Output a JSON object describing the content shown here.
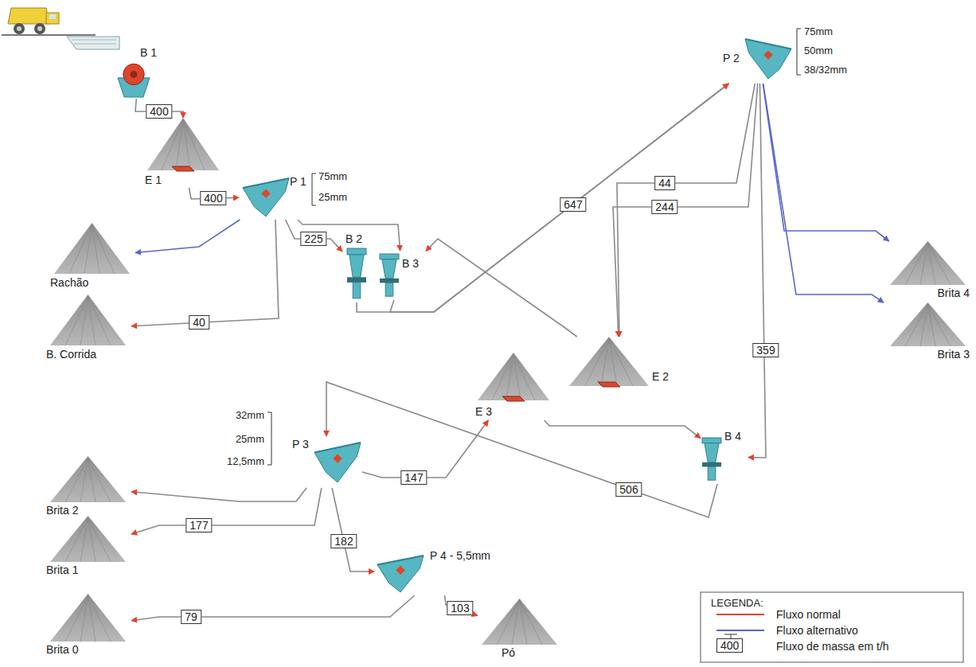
{
  "diagram": {
    "nodes": [
      {
        "text": [
          "B 1"
        ]
      },
      {
        "text": [
          "E 1"
        ]
      },
      {
        "text": [
          "P 1"
        ]
      },
      {
        "text": [
          "Rachão"
        ]
      },
      {
        "text": [
          "B 2"
        ]
      },
      {
        "text": [
          "B 3"
        ]
      },
      {
        "text": [
          "B. Corrida"
        ]
      },
      {
        "text": [
          "P 2"
        ]
      },
      {
        "text": [
          "E 2"
        ]
      },
      {
        "text": [
          "Brita 4"
        ]
      },
      {
        "text": [
          "Brita 3"
        ]
      },
      {
        "text": [
          "P 3"
        ]
      },
      {
        "text": [
          "B 4"
        ]
      },
      {
        "text": [
          "E 3"
        ]
      },
      {
        "text": [
          "Brita 2"
        ]
      },
      {
        "text": [
          "Brita 1"
        ]
      },
      {
        "text": [
          "P 4 - 5,5mm"
        ]
      },
      {
        "text": [
          "Brita 0"
        ]
      },
      {
        "text": [
          "Pó"
        ]
      }
    ],
    "edges": [
      {
        "from": 0,
        "to": 1,
        "arrow": "to",
        "label": "400"
      },
      {
        "from": 1,
        "to": 2,
        "arrow": "to",
        "label": "400"
      },
      {
        "from": 2,
        "to": 4,
        "arrow": "to",
        "label": "225"
      },
      {
        "from": 2,
        "to": 3,
        "arrow": "to"
      },
      {
        "from": 2,
        "to": 6,
        "arrow": "to",
        "label": "40"
      },
      {
        "from": 2,
        "to": 5,
        "arrow": "to"
      },
      {
        "from": 4,
        "to": 7,
        "arrow": "to",
        "label": "647"
      },
      {
        "from": 5,
        "to": 7,
        "arrow": "to"
      },
      {
        "from": 8,
        "to": 5,
        "arrow": "to"
      },
      {
        "from": 7,
        "to": 8,
        "arrow": "to",
        "label": "244"
      },
      {
        "from": 7,
        "to": 8,
        "arrow": "to",
        "label": "44"
      },
      {
        "from": 7,
        "to": 9,
        "arrow": "to"
      },
      {
        "from": 7,
        "to": 10,
        "arrow": "to"
      },
      {
        "from": 7,
        "to": 12,
        "arrow": "to",
        "label": "359"
      },
      {
        "from": 12,
        "to": 11,
        "arrow": "to",
        "label": "506"
      },
      {
        "from": 13,
        "to": 12,
        "arrow": "to"
      },
      {
        "from": 11,
        "to": 14,
        "arrow": "to"
      },
      {
        "from": 11,
        "to": 15,
        "arrow": "to",
        "label": "177"
      },
      {
        "from": 11,
        "to": 13,
        "arrow": "to",
        "label": "147"
      },
      {
        "from": 11,
        "to": 16,
        "arrow": "to",
        "label": "182"
      },
      {
        "from": 16,
        "to": 17,
        "arrow": "to",
        "label": "79"
      },
      {
        "from": 16,
        "to": 18,
        "arrow": "to",
        "label": "103"
      }
    ],
    "labels": [
      "75mm",
      "25mm",
      "75mm",
      "50mm",
      "38/32mm",
      "32mm",
      "25mm",
      "12,5mm",
      "LEGENDA:",
      "400"
    ],
    "legend": [
      {
        "text": "Fluxo normal"
      },
      {
        "text": "Fluxo alternativo"
      },
      {
        "text": "Fluxo de massa em t/h"
      }
    ]
  }
}
